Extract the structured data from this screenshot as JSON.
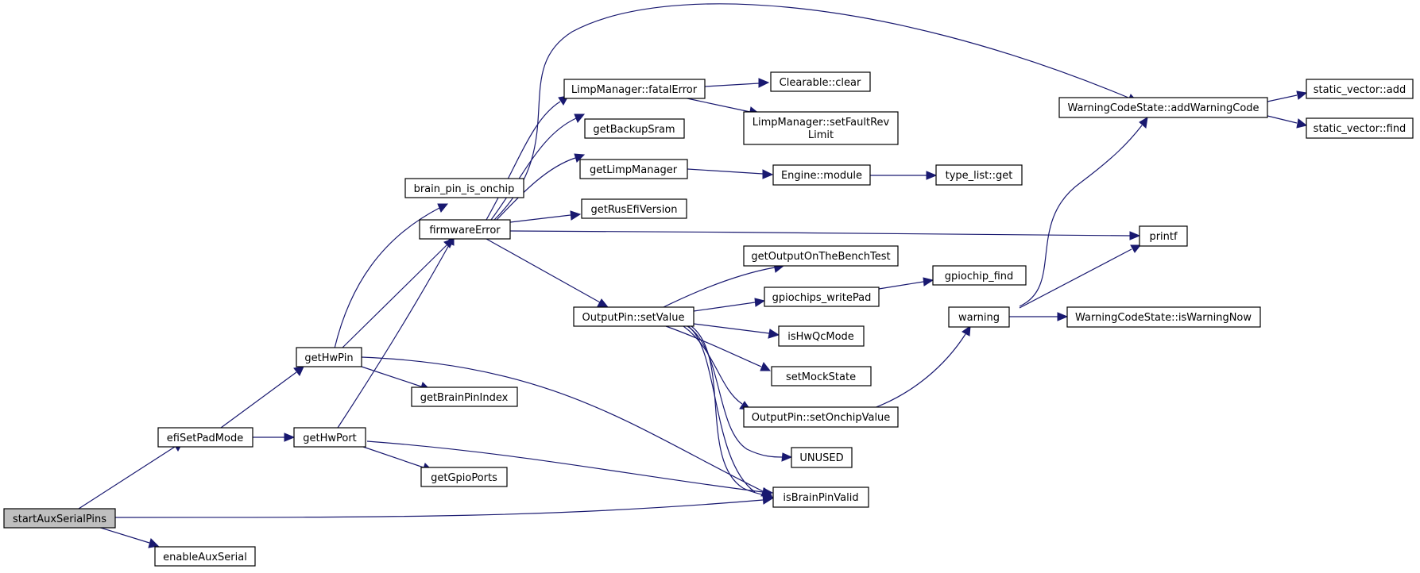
{
  "graph": {
    "nodes": {
      "startAuxSerialPins": "startAuxSerialPins",
      "efiSetPadMode": "efiSetPadMode",
      "enableAuxSerial": "enableAuxSerial",
      "getHwPin": "getHwPin",
      "getHwPort": "getHwPort",
      "brain_pin_is_onchip": "brain_pin_is_onchip",
      "firmwareError": "firmwareError",
      "getBrainPinIndex": "getBrainPinIndex",
      "getGpioPorts": "getGpioPorts",
      "LimpManager_fatalError": "LimpManager::fatalError",
      "getBackupSram": "getBackupSram",
      "getLimpManager": "getLimpManager",
      "getRusEfiVersion": "getRusEfiVersion",
      "OutputPin_setValue": "OutputPin::setValue",
      "Clearable_clear": "Clearable::clear",
      "LimpManager_setFaultRevLimit_1": "LimpManager::setFaultRev",
      "LimpManager_setFaultRevLimit_2": "Limit",
      "Engine_module": "Engine::module",
      "type_list_get": "type_list::get",
      "getOutputOnTheBenchTest": "getOutputOnTheBenchTest",
      "gpiochips_writePad": "gpiochips_writePad",
      "gpiochip_find": "gpiochip_find",
      "isHwQcMode": "isHwQcMode",
      "setMockState": "setMockState",
      "OutputPin_setOnchipValue": "OutputPin::setOnchipValue",
      "UNUSED": "UNUSED",
      "isBrainPinValid": "isBrainPinValid",
      "WarningCodeState_addWarningCode": "WarningCodeState::addWarningCode",
      "static_vector_add": "static_vector::add",
      "static_vector_find": "static_vector::find",
      "printf": "printf",
      "warning": "warning",
      "WarningCodeState_isWarningNow": "WarningCodeState::isWarningNow"
    },
    "edges": [
      [
        "startAuxSerialPins",
        "efiSetPadMode"
      ],
      [
        "startAuxSerialPins",
        "isBrainPinValid"
      ],
      [
        "startAuxSerialPins",
        "enableAuxSerial"
      ],
      [
        "efiSetPadMode",
        "getHwPin"
      ],
      [
        "efiSetPadMode",
        "getHwPort"
      ],
      [
        "getHwPin",
        "brain_pin_is_onchip"
      ],
      [
        "getHwPin",
        "firmwareError"
      ],
      [
        "getHwPin",
        "getBrainPinIndex"
      ],
      [
        "getHwPin",
        "isBrainPinValid"
      ],
      [
        "getHwPort",
        "firmwareError"
      ],
      [
        "getHwPort",
        "getGpioPorts"
      ],
      [
        "getHwPort",
        "isBrainPinValid"
      ],
      [
        "firmwareError",
        "LimpManager::fatalError"
      ],
      [
        "firmwareError",
        "getBackupSram"
      ],
      [
        "firmwareError",
        "getLimpManager"
      ],
      [
        "firmwareError",
        "getRusEfiVersion"
      ],
      [
        "firmwareError",
        "OutputPin::setValue"
      ],
      [
        "firmwareError",
        "WarningCodeState::addWarningCode"
      ],
      [
        "firmwareError",
        "printf"
      ],
      [
        "LimpManager::fatalError",
        "Clearable::clear"
      ],
      [
        "LimpManager::fatalError",
        "LimpManager::setFaultRevLimit"
      ],
      [
        "getLimpManager",
        "Engine::module"
      ],
      [
        "Engine::module",
        "type_list::get"
      ],
      [
        "OutputPin::setValue",
        "getOutputOnTheBenchTest"
      ],
      [
        "OutputPin::setValue",
        "gpiochips_writePad"
      ],
      [
        "OutputPin::setValue",
        "isHwQcMode"
      ],
      [
        "OutputPin::setValue",
        "setMockState"
      ],
      [
        "OutputPin::setValue",
        "OutputPin::setOnchipValue"
      ],
      [
        "OutputPin::setValue",
        "UNUSED"
      ],
      [
        "OutputPin::setValue",
        "isBrainPinValid"
      ],
      [
        "gpiochips_writePad",
        "gpiochip_find"
      ],
      [
        "OutputPin::setOnchipValue",
        "warning"
      ],
      [
        "warning",
        "WarningCodeState::addWarningCode"
      ],
      [
        "warning",
        "printf"
      ],
      [
        "warning",
        "WarningCodeState::isWarningNow"
      ],
      [
        "WarningCodeState::addWarningCode",
        "static_vector::add"
      ],
      [
        "WarningCodeState::addWarningCode",
        "static_vector::find"
      ]
    ],
    "colors": {
      "edge": "#191970",
      "node_border": "#000000",
      "root_fill": "#bfbfbf",
      "node_fill": "#ffffff"
    }
  }
}
